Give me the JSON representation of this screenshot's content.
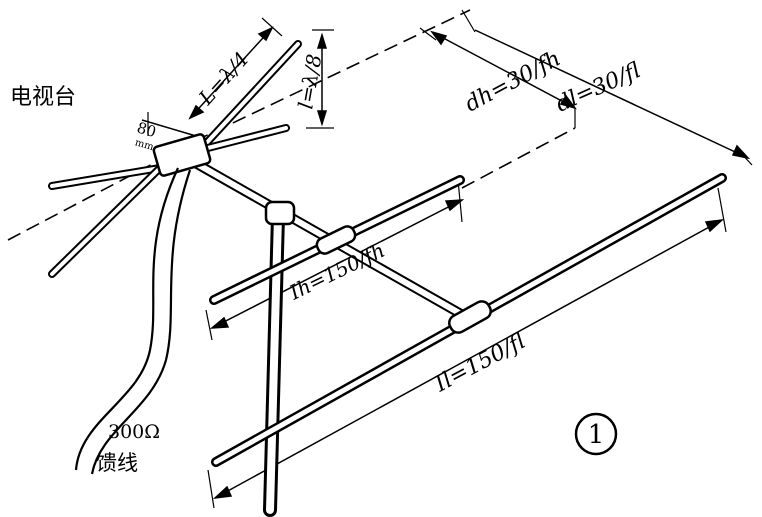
{
  "station_label": "电视台",
  "spacing_label": "80",
  "spacing_unit": "mm",
  "element_length_label": "L=λ/4",
  "element_gap_label": "l=λ/8",
  "dh_label": "dh=30/fh",
  "dl_label": "dl=30/fl",
  "Ih_label": "Ih=150/fh",
  "Il_label": "Il=150/fl",
  "feeder_impedance": "300Ω",
  "feeder_label": "馈线",
  "figure_number": "1"
}
